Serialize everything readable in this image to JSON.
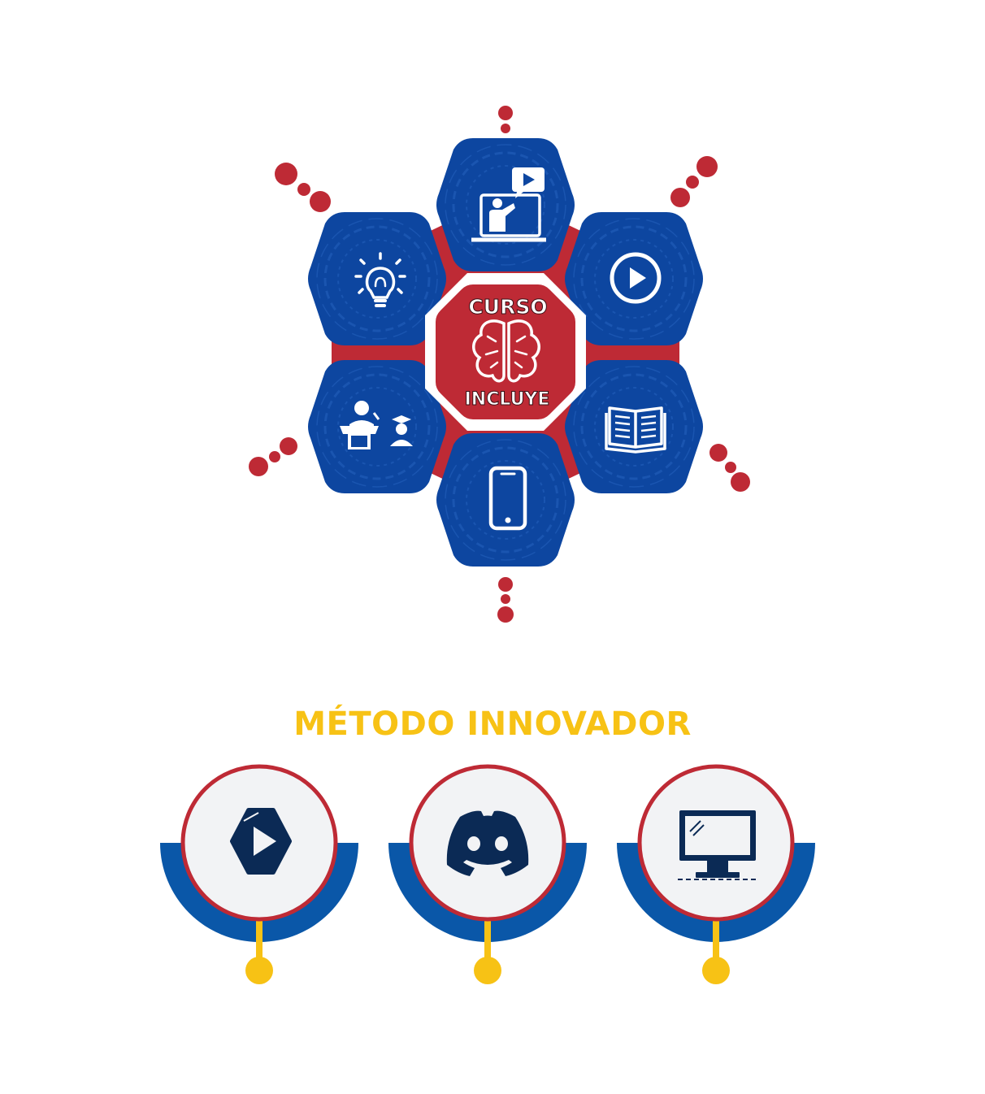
{
  "hub": {
    "line1": "CURSO",
    "line2": "INCLUYE"
  },
  "hub_icons": [
    {
      "position": "top",
      "icon": "online-teacher-icon"
    },
    {
      "position": "upper-right",
      "icon": "play-circle-icon"
    },
    {
      "position": "lower-right",
      "icon": "open-book-icon"
    },
    {
      "position": "bottom",
      "icon": "smartphone-icon"
    },
    {
      "position": "lower-left",
      "icon": "lecturer-student-icon"
    },
    {
      "position": "upper-left",
      "icon": "lightbulb-icon"
    }
  ],
  "section": {
    "title": "MÉTODO INNOVADOR"
  },
  "methods": [
    {
      "icon": "video-platform-play-icon"
    },
    {
      "icon": "discord-icon"
    },
    {
      "icon": "desktop-monitor-icon"
    }
  ],
  "colors": {
    "red": "#be2a35",
    "blue": "#0d46a0",
    "method_blue": "#0a57a8",
    "yellow": "#f7c215",
    "navy": "#0b2a55",
    "method_fill": "#f2f3f5"
  }
}
